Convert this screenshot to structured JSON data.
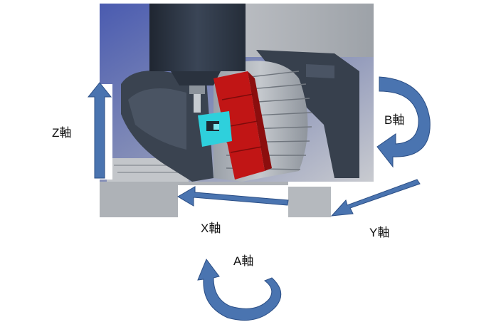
{
  "labels": {
    "z_axis": "Z軸",
    "b_axis": "B軸",
    "x_axis": "X軸",
    "y_axis": "Y軸",
    "a_axis": "A軸"
  },
  "colors": {
    "arrow_fill": "#4a74b0",
    "arrow_stroke": "#2c4f86",
    "spindle": "#2b3442",
    "machine_body": "#3b4656",
    "workpiece_red": "#c01616",
    "fixture_cyan": "#2fd3dd",
    "background_blue": "#4b5fb0",
    "floor_gray": "#b7bbbf"
  }
}
